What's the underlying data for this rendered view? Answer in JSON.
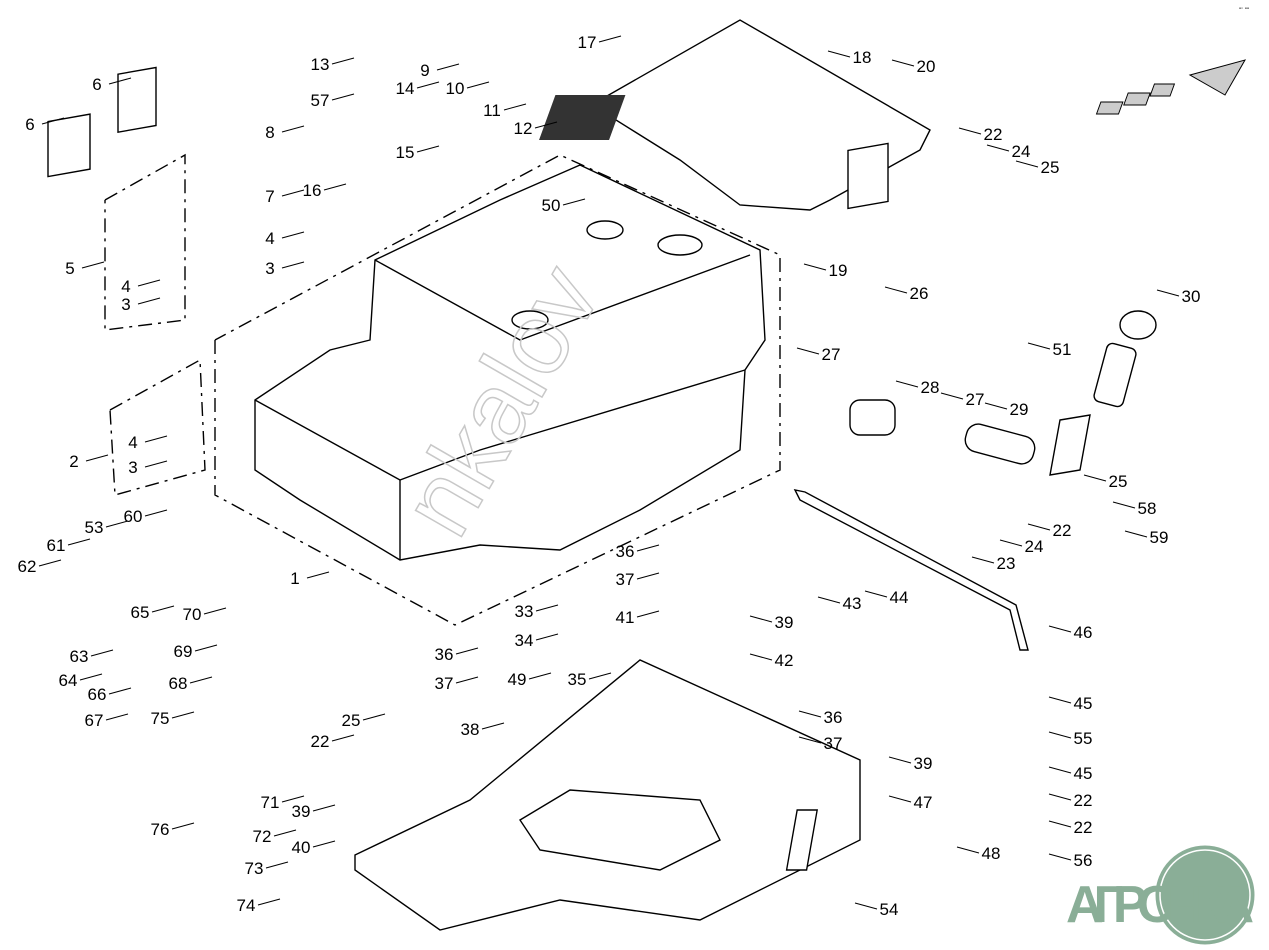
{
  "diagram": {
    "callouts": [
      "13",
      "14",
      "9",
      "10",
      "11",
      "12",
      "17",
      "18",
      "20",
      "57",
      "15",
      "6",
      "6",
      "8",
      "16",
      "7",
      "50",
      "22",
      "24",
      "25",
      "5",
      "4",
      "3",
      "4",
      "3",
      "19",
      "26",
      "30",
      "51",
      "27",
      "28",
      "27",
      "29",
      "2",
      "4",
      "3",
      "25",
      "58",
      "22",
      "60",
      "53",
      "59",
      "24",
      "61",
      "36",
      "23",
      "62",
      "37",
      "1",
      "33",
      "41",
      "39",
      "43",
      "44",
      "34",
      "46",
      "63",
      "65",
      "70",
      "69",
      "42",
      "64",
      "68",
      "36",
      "37",
      "49",
      "35",
      "66",
      "67",
      "25",
      "45",
      "75",
      "22",
      "36",
      "37",
      "38",
      "55",
      "39",
      "45",
      "71",
      "39",
      "47",
      "22",
      "76",
      "72",
      "22",
      "40",
      "48",
      "73",
      "56",
      "74",
      "54"
    ],
    "watermark": "nkalov",
    "logo": "АГРОНКА",
    "logo_color": "#8aae97",
    "corner_mark": "▪▫ ▪▪"
  }
}
